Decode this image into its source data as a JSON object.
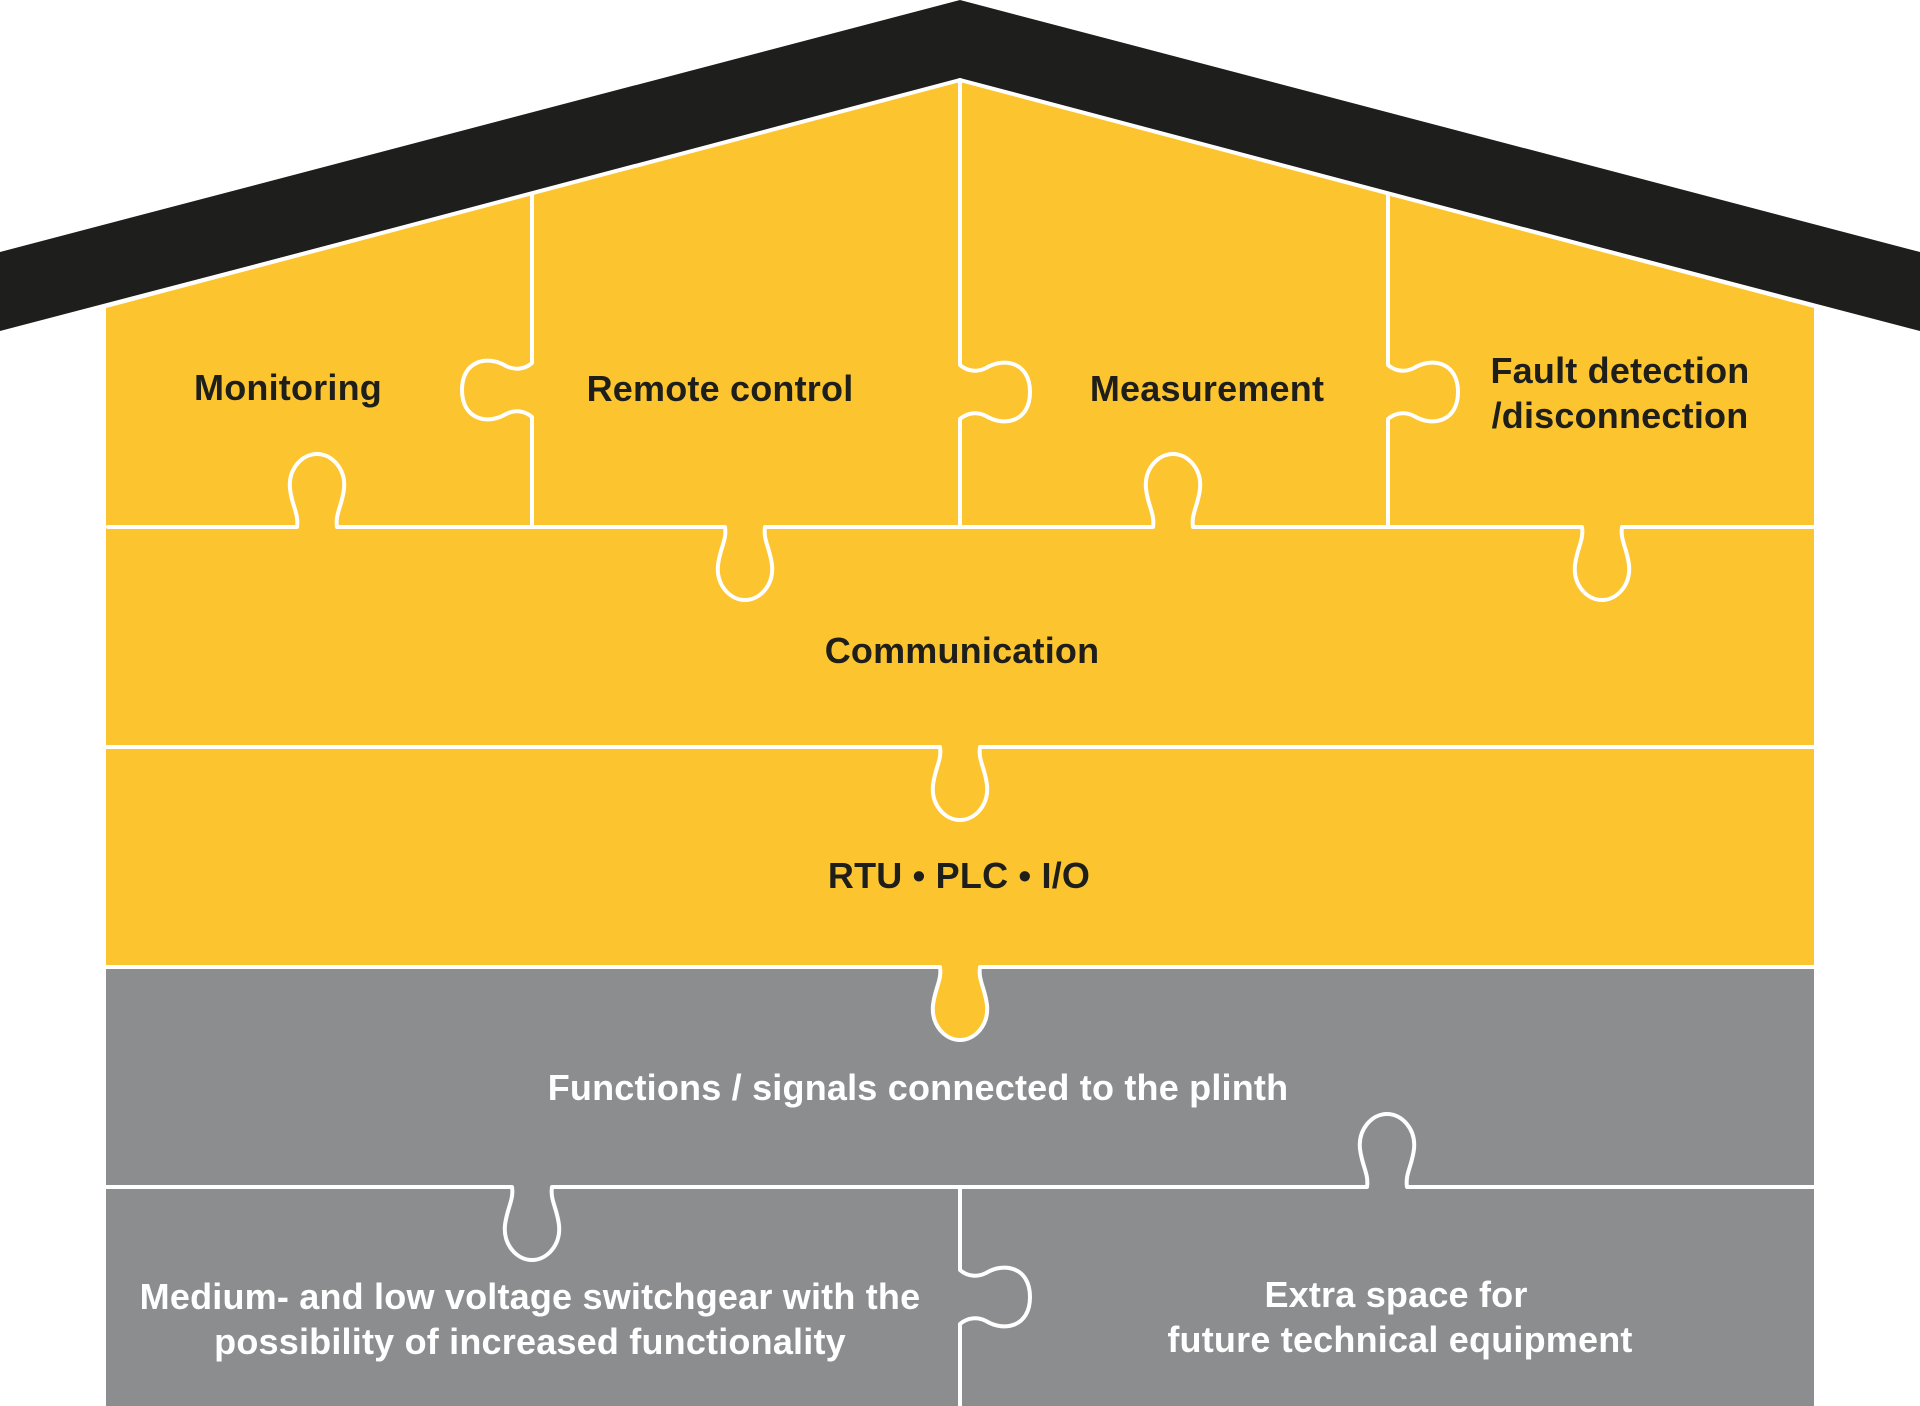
{
  "diagram": {
    "title": "Substation functions house",
    "colors": {
      "roof": "#1e1f1d",
      "upper_pieces": "#fcc42e",
      "lower_pieces": "#8c8d8f",
      "seam": "#ffffff",
      "dark_text": "#1e1e1a",
      "light_text": "#ffffff"
    },
    "roof": {
      "label": ""
    },
    "pieces": {
      "monitoring": {
        "label": "Monitoring"
      },
      "remote_control": {
        "label": "Remote control"
      },
      "measurement": {
        "label": "Measurement"
      },
      "fault_detection": {
        "lines": [
          "Fault detection",
          "/disconnection"
        ]
      },
      "communication": {
        "label": "Communication"
      },
      "rtu_plc_io": {
        "label": "RTU • PLC • I/O"
      },
      "functions_signals": {
        "label": "Functions / signals connected to the plinth"
      },
      "switchgear": {
        "lines": [
          "Medium- and low voltage switchgear with the",
          "possibility of increased functionality"
        ]
      },
      "extra_space": {
        "lines": [
          "Extra space for",
          "future technical equipment"
        ]
      }
    }
  }
}
